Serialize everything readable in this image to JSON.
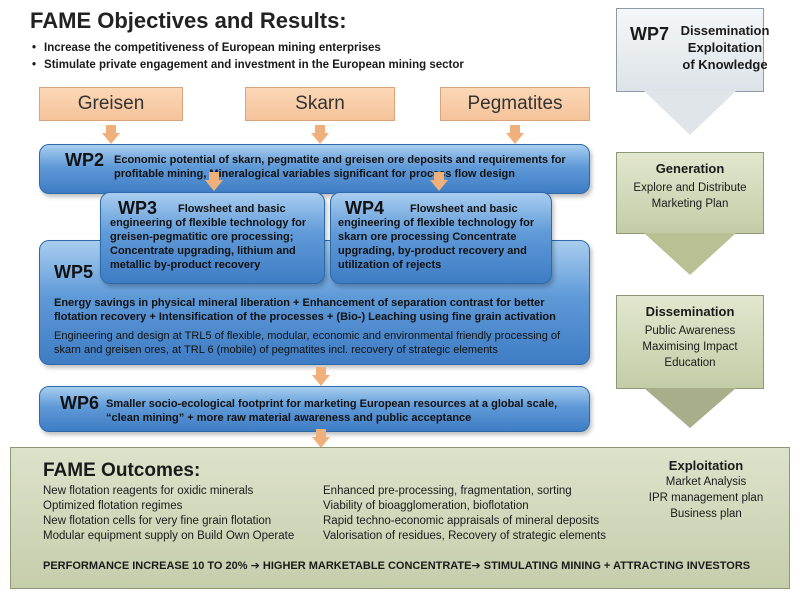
{
  "title": "FAME Objectives and Results:",
  "bullets": [
    "Increase  the competitiveness of European mining enterprises",
    "Stimulate private engagement and investment in the European mining sector"
  ],
  "ores": [
    "Greisen",
    "Skarn",
    "Pegmatites"
  ],
  "wp2": {
    "label": "WP2",
    "text": "Economic potential of skarn, pegmatite and greisen ore deposits and requirements for profitable mining, Mineralogical variables significant for process flow design"
  },
  "wp3": {
    "label": "WP3",
    "line1": "Flowsheet and basic",
    "rest": "engineering of flexible technology for greisen-pegmatitic ore processing; Concentrate upgrading, lithium and metallic by-product recovery"
  },
  "wp4": {
    "label": "WP4",
    "line1": "Flowsheet and basic",
    "rest": "engineering of flexible technology for skarn ore processing Concentrate upgrading, by-product recovery and utilization of rejects"
  },
  "wp5": {
    "label": "WP5",
    "bold": "Energy savings in physical mineral liberation +  Enhancement of separation contrast for better flotation recovery + Intensification of the processes + (Bio-) Leaching using fine grain activation",
    "normal": "Engineering and design at TRL5 of flexible, modular, economic and environmental friendly processing of skarn and greisen ores, at TRL 6 (mobile) of pegmatites incl. recovery of strategic elements"
  },
  "wp6": {
    "label": "WP6",
    "text": "Smaller socio-ecological footprint for marketing European resources at a global scale, “clean mining” + more raw material awareness and public acceptance"
  },
  "wp7": {
    "label": "WP7",
    "lines": [
      "Dissemination",
      "Exploitation",
      "of Knowledge"
    ]
  },
  "generation": {
    "head": "Generation",
    "lines": [
      "Explore and Distribute",
      "Marketing Plan"
    ]
  },
  "dissemination": {
    "head": "Dissemination",
    "lines": [
      "Public Awareness",
      "Maximising Impact",
      "Education"
    ]
  },
  "exploitation": {
    "head": "Exploitation",
    "lines": [
      "Market Analysis",
      "IPR management plan",
      "Business plan"
    ]
  },
  "outcomes": {
    "title": "FAME Outcomes:",
    "left": [
      "New flotation reagents for oxidic minerals",
      "Optimized flotation regimes",
      "New flotation cells for very fine grain flotation",
      "Modular equipment supply on Build Own Operate"
    ],
    "right": [
      "Enhanced pre-processing, fragmentation, sorting",
      "Viability of bioagglomeration, bioflotation",
      "Rapid techno-economic appraisals of mineral deposits",
      "Valorisation of residues, Recovery of strategic elements"
    ],
    "footer": "PERFORMANCE INCREASE 10 TO 20% ➔ HIGHER MARKETABLE CONCENTRATE➔ STIMULATING MINING + ATTRACTING INVESTORS"
  },
  "colors": {
    "ore_fill": "#f5c39a",
    "blue_fill": "#5f9ad8",
    "green_fill": "#c4cca6"
  }
}
